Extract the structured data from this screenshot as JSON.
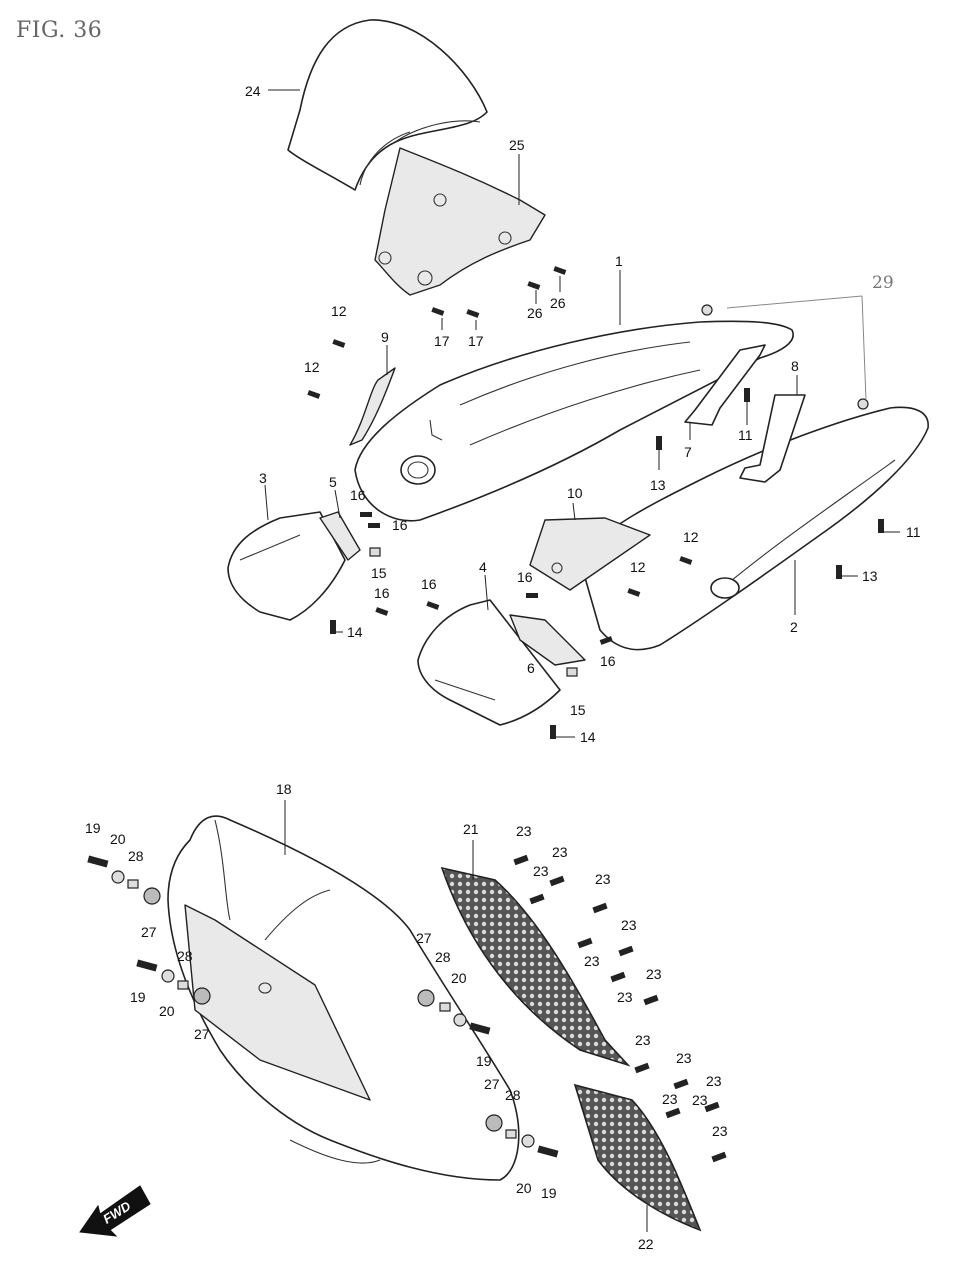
{
  "figure_title": "FIG. 36",
  "direction_label": "FWD",
  "callouts": {
    "c24": "24",
    "c25": "25",
    "c1": "1",
    "c29": "29",
    "c26a": "26",
    "c26b": "26",
    "c17a": "17",
    "c17b": "17",
    "c12a": "12",
    "c12b": "12",
    "c9": "9",
    "c8": "8",
    "c11a": "11",
    "c7": "7",
    "c13a": "13",
    "c3": "3",
    "c5": "5",
    "c16a": "16",
    "c16b": "16",
    "c15a": "15",
    "c16c": "16",
    "c14a": "14",
    "c10": "10",
    "c12c": "12",
    "c12d": "12",
    "c11b": "11",
    "c13b": "13",
    "c2": "2",
    "c16d": "16",
    "c4": "4",
    "c16e": "16",
    "c6": "6",
    "c16f": "16",
    "c15b": "15",
    "c14b": "14",
    "c18": "18",
    "c19a": "19",
    "c20a": "20",
    "c28a": "28",
    "c27a": "27",
    "c28b": "28",
    "c19b": "19",
    "c20b": "20",
    "c27b": "27",
    "c27c": "27",
    "c28c": "28",
    "c20c": "20",
    "c19c": "19",
    "c27d": "27",
    "c28d": "28",
    "c20d": "20",
    "c19d": "19",
    "c21": "21",
    "c23a": "23",
    "c23b": "23",
    "c23c": "23",
    "c23d": "23",
    "c23e": "23",
    "c23f": "23",
    "c23g": "23",
    "c23h": "23",
    "c23i": "23",
    "c23j": "23",
    "c23k": "23",
    "c23l": "23",
    "c23m": "23",
    "c23n": "23",
    "c22": "22"
  }
}
